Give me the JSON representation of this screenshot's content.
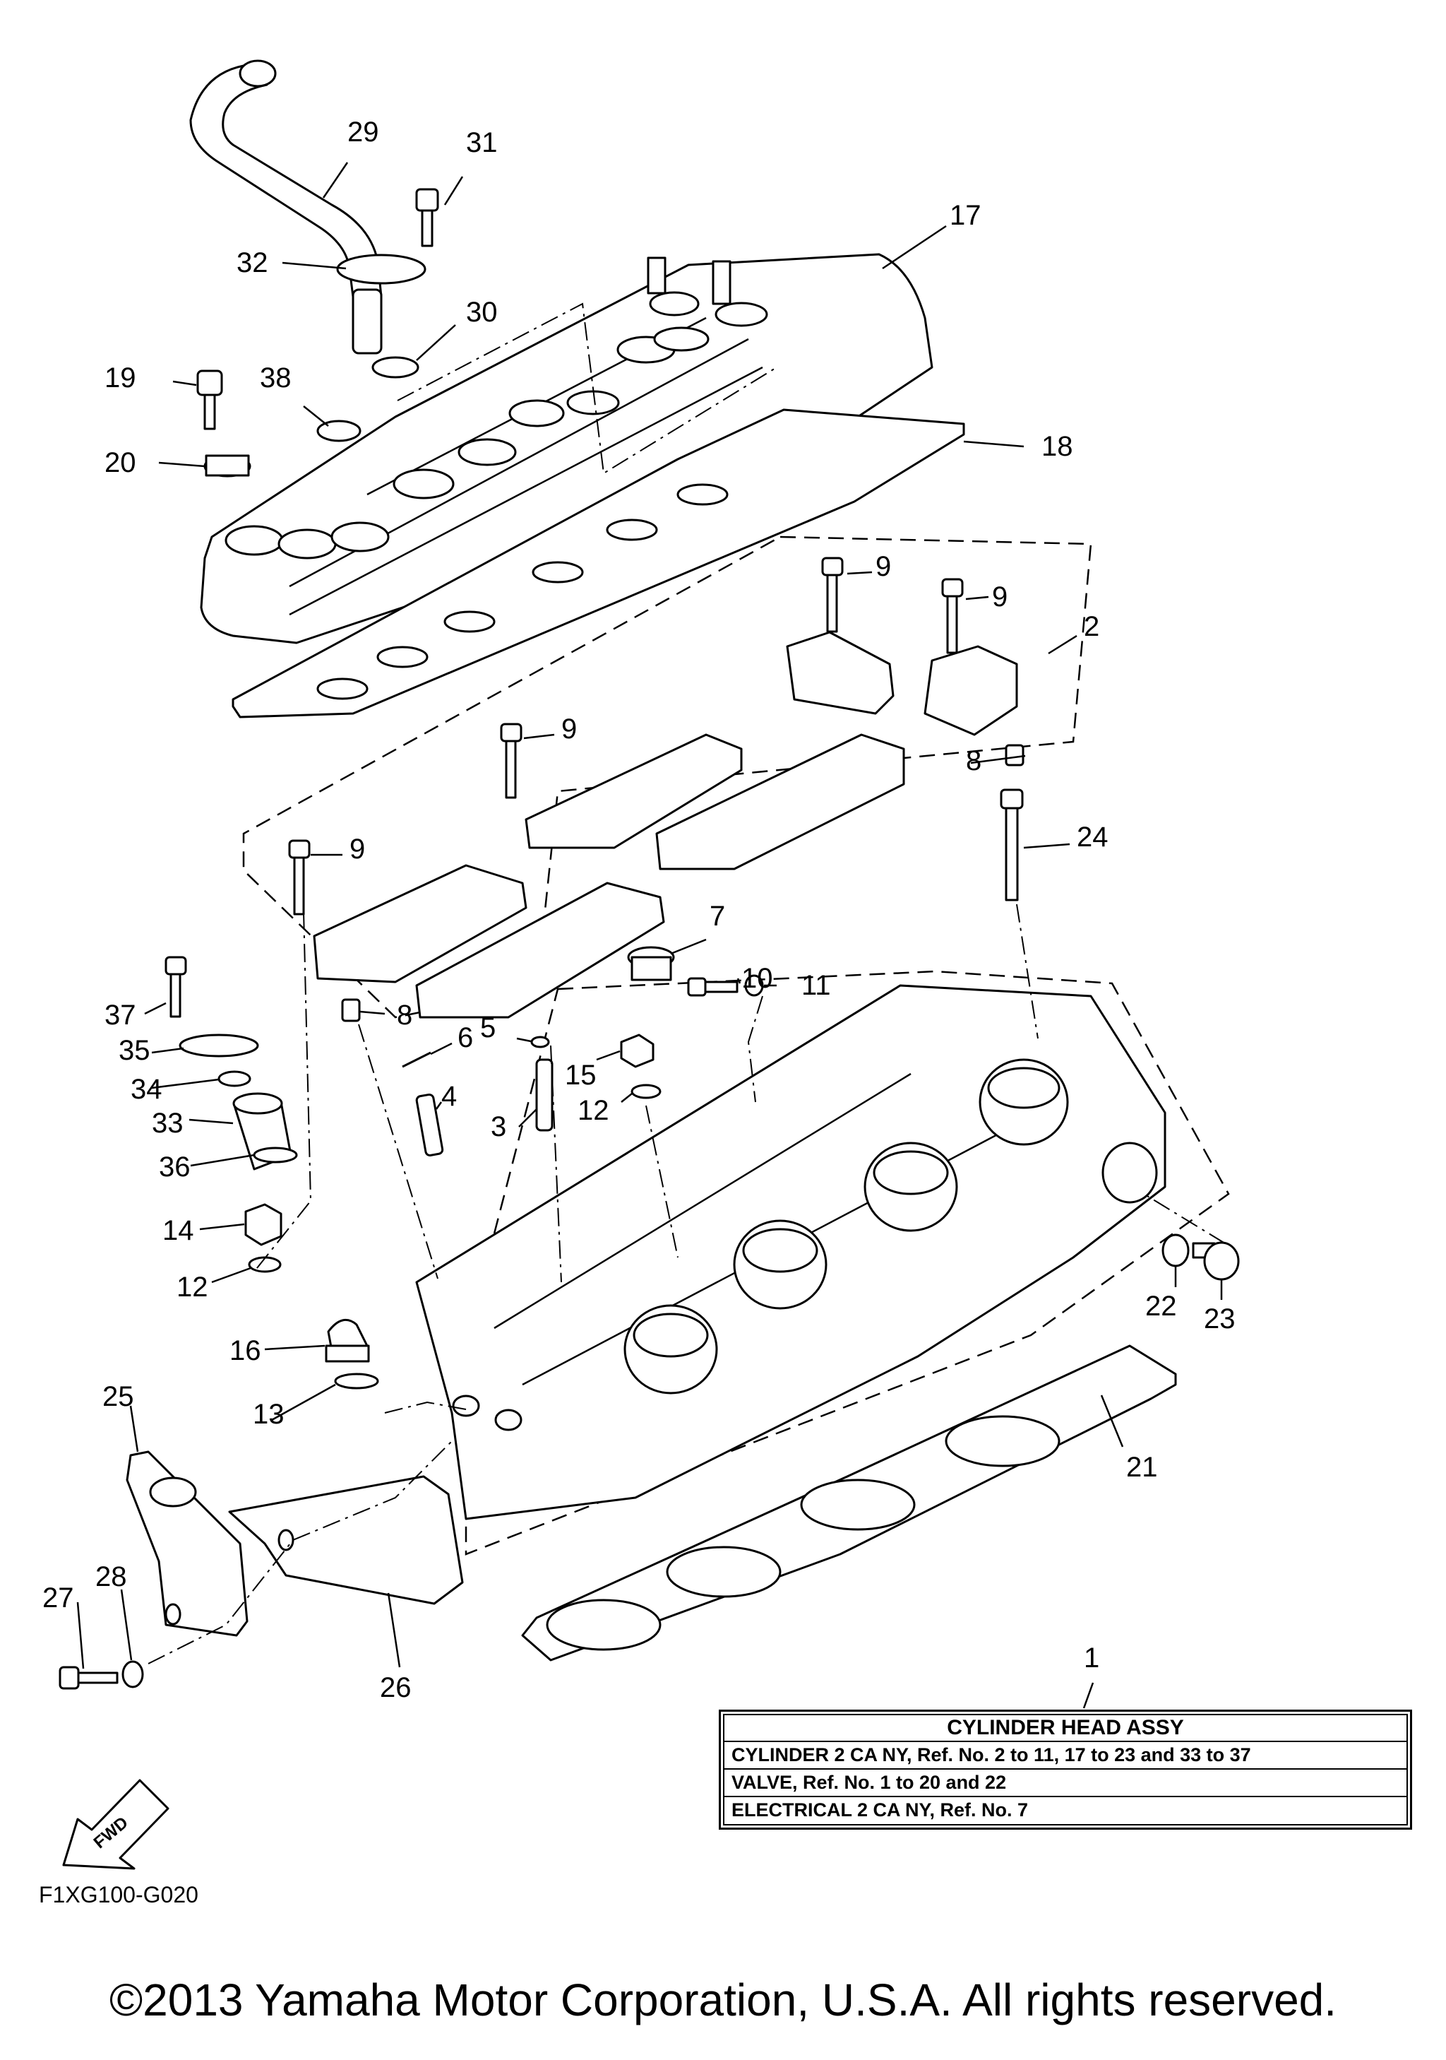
{
  "diagram": {
    "figure_code": "F1XG100-G020",
    "fwd_label": "FWD",
    "callouts": [
      {
        "id": "c29",
        "label": "29"
      },
      {
        "id": "c31",
        "label": "31"
      },
      {
        "id": "c17",
        "label": "17"
      },
      {
        "id": "c32",
        "label": "32"
      },
      {
        "id": "c30",
        "label": "30"
      },
      {
        "id": "c19",
        "label": "19"
      },
      {
        "id": "c38",
        "label": "38"
      },
      {
        "id": "c18",
        "label": "18"
      },
      {
        "id": "c20",
        "label": "20"
      },
      {
        "id": "c9a",
        "label": "9"
      },
      {
        "id": "c9b",
        "label": "9"
      },
      {
        "id": "c2",
        "label": "2"
      },
      {
        "id": "c9c",
        "label": "9"
      },
      {
        "id": "c8a",
        "label": "8"
      },
      {
        "id": "c9d",
        "label": "9"
      },
      {
        "id": "c24",
        "label": "24"
      },
      {
        "id": "c7",
        "label": "7"
      },
      {
        "id": "c10",
        "label": "10"
      },
      {
        "id": "c11",
        "label": "11"
      },
      {
        "id": "c37",
        "label": "37"
      },
      {
        "id": "c8b",
        "label": "8"
      },
      {
        "id": "c35",
        "label": "35"
      },
      {
        "id": "c6",
        "label": "6"
      },
      {
        "id": "c5",
        "label": "5"
      },
      {
        "id": "c15",
        "label": "15"
      },
      {
        "id": "c34",
        "label": "34"
      },
      {
        "id": "c4",
        "label": "4"
      },
      {
        "id": "c12a",
        "label": "12"
      },
      {
        "id": "c33",
        "label": "33"
      },
      {
        "id": "c3",
        "label": "3"
      },
      {
        "id": "c36",
        "label": "36"
      },
      {
        "id": "c14",
        "label": "14"
      },
      {
        "id": "c12b",
        "label": "12"
      },
      {
        "id": "c22",
        "label": "22"
      },
      {
        "id": "c23",
        "label": "23"
      },
      {
        "id": "c16",
        "label": "16"
      },
      {
        "id": "c25",
        "label": "25"
      },
      {
        "id": "c13",
        "label": "13"
      },
      {
        "id": "c21",
        "label": "21"
      },
      {
        "id": "c28",
        "label": "28"
      },
      {
        "id": "c27",
        "label": "27"
      },
      {
        "id": "c26",
        "label": "26"
      },
      {
        "id": "c1",
        "label": "1"
      }
    ]
  },
  "info_box": {
    "title": "CYLINDER HEAD ASSY",
    "lines": [
      "CYLINDER 2 CA NY, Ref. No. 2 to 11, 17 to 23 and 33 to 37",
      "VALVE, Ref. No. 1 to 20 and 22",
      "ELECTRICAL 2 CA NY, Ref. No. 7"
    ]
  },
  "copyright": "©2013 Yamaha Motor Corporation, U.S.A. All rights reserved."
}
